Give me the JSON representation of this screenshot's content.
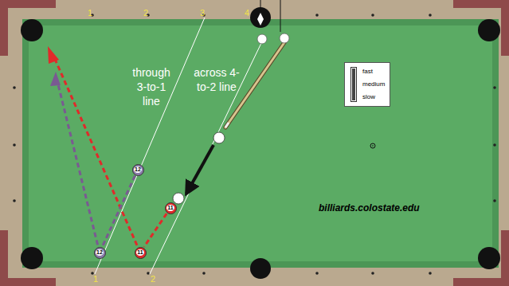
{
  "diagram": {
    "nodes": [
      {
        "text": [
          "12"
        ]
      },
      {
        "text": [
          "11"
        ]
      },
      {
        "text": [
          "12"
        ]
      },
      {
        "text": [
          "11"
        ]
      },
      {
        "text": [
          "fast",
          "medium",
          "slow"
        ]
      }
    ],
    "edges": [
      {
        "from": 0,
        "to": 2,
        "arrow": "none"
      },
      {
        "from": 1,
        "to": 3,
        "arrow": "none"
      }
    ],
    "labels": [
      "1",
      "2",
      "3",
      "4",
      "1",
      "2",
      "through 3-to-1 line",
      "across 4-to-2 line",
      "billiards.colostate.edu"
    ]
  }
}
